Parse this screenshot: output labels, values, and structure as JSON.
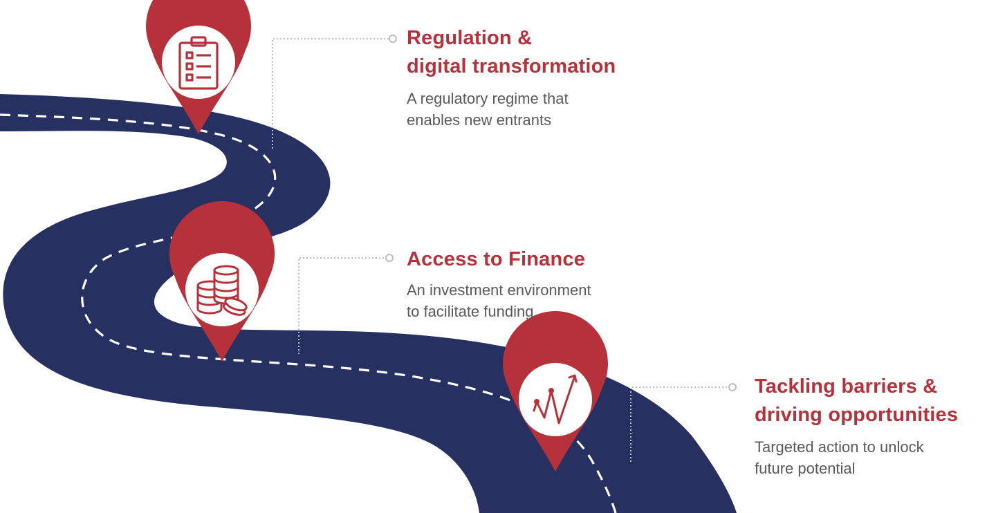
{
  "colors": {
    "road": "#263161",
    "accent": "#b7313a",
    "body_text": "#595959",
    "connector": "#b8bcc4",
    "lane_marking": "#ffffff"
  },
  "milestones": [
    {
      "icon": "clipboard-checklist-icon",
      "title_lines": [
        "Regulation &",
        "digital transformation"
      ],
      "desc_lines": [
        "A regulatory regime that",
        "enables new entrants"
      ]
    },
    {
      "icon": "coin-stacks-icon",
      "title_lines": [
        "Access to Finance"
      ],
      "desc_lines": [
        "An investment environment",
        "to facilitate funding"
      ]
    },
    {
      "icon": "growth-chart-icon",
      "title_lines": [
        "Tackling barriers &",
        "driving opportunities"
      ],
      "desc_lines": [
        "Targeted action to unlock",
        "future potential"
      ]
    }
  ]
}
